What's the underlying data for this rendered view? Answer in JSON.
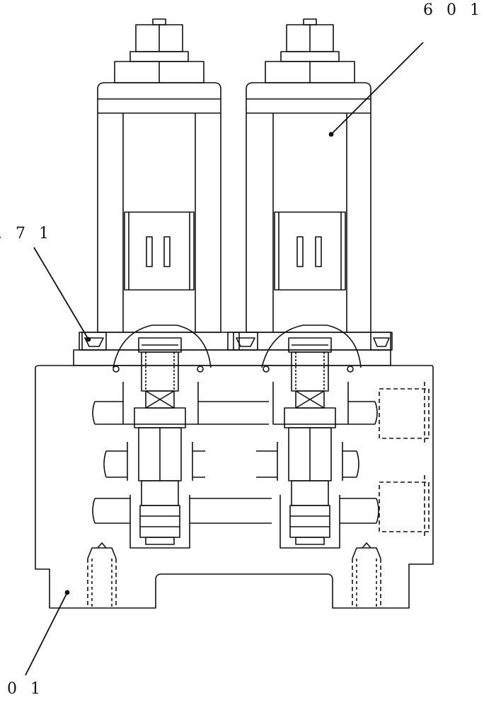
{
  "callouts": {
    "top_right": "6 0 1",
    "left": ". 7 1",
    "bottom_left": "0 1"
  }
}
